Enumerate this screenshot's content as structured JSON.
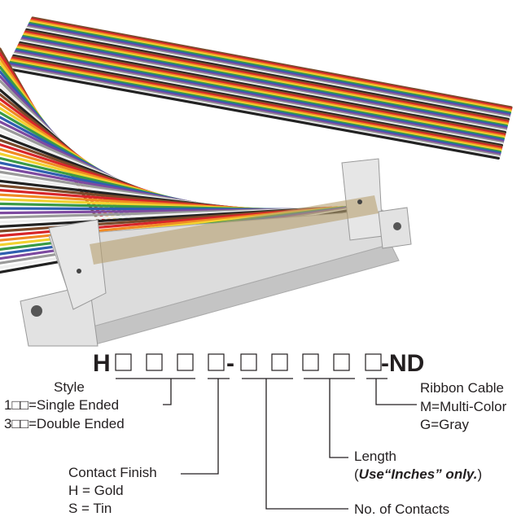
{
  "part_number": {
    "prefix": "H",
    "dash": "-",
    "suffix": "-ND"
  },
  "fields": {
    "style": {
      "title": "Style",
      "options": [
        "1□□=Single Ended",
        "3□□=Double Ended"
      ]
    },
    "contact_finish": {
      "title": "Contact Finish",
      "options": [
        "H = Gold",
        "S = Tin"
      ]
    },
    "contacts": {
      "title": "No. of Contacts"
    },
    "length": {
      "title": "Length",
      "note_open": "(",
      "note_bold": "Use“Inches” only.",
      "note_close": ")"
    },
    "ribbon_cable": {
      "title": "Ribbon Cable",
      "options": [
        "M=Multi-Color",
        "G=Gray"
      ]
    }
  },
  "colors": {
    "wires": [
      "#7a4a2a",
      "#d8262a",
      "#f08a24",
      "#f2d230",
      "#3a9b46",
      "#2f5fb0",
      "#7d4aa0",
      "#9a9a9a",
      "#efefef",
      "#222222"
    ],
    "connector": "#d9d9d9"
  }
}
